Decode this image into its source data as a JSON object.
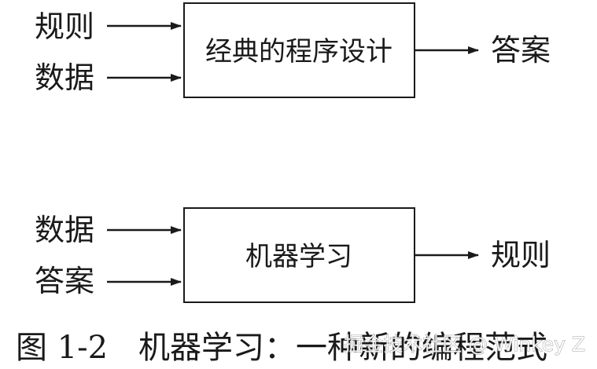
{
  "diagram": {
    "classic": {
      "inputs": [
        "规则",
        "数据"
      ],
      "box_label": "经典的程序设计",
      "output": "答案"
    },
    "ml": {
      "inputs": [
        "数据",
        "答案"
      ],
      "box_label": "机器学习",
      "output": "规则"
    }
  },
  "caption": {
    "number": "图 1-2",
    "text": "机器学习：一种新的编程范式"
  },
  "watermark": {
    "text": "掘金技术社区 @ Winkey Z"
  },
  "colors": {
    "ink": "#1a1a1a",
    "background": "#ffffff"
  }
}
